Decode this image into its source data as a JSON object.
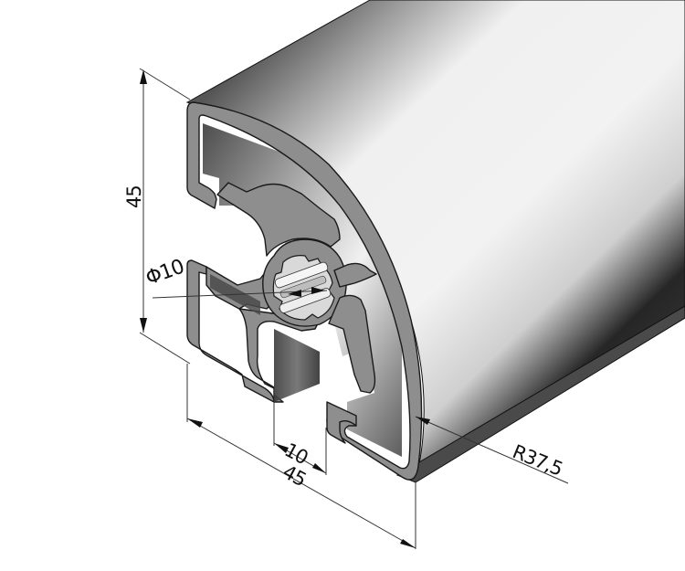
{
  "drawing": {
    "subject": "Quarter-round aluminum extrusion profile 45x45 R37.5",
    "view": "isometric",
    "colors": {
      "background": "#ffffff",
      "profile_face": "#8c8c8c",
      "profile_outline": "#1a1a1a",
      "body_dark": "#2a2a2a",
      "body_light": "#f2f2f2",
      "dimension_line": "#333333"
    }
  },
  "dimensions": {
    "height": {
      "label": "45",
      "orientation": "vertical"
    },
    "bore": {
      "label": "Φ10",
      "symbol": "Φ",
      "value": "10"
    },
    "slot_width": {
      "label": "10"
    },
    "width": {
      "label": "45"
    },
    "radius": {
      "label": "R37,5"
    }
  }
}
